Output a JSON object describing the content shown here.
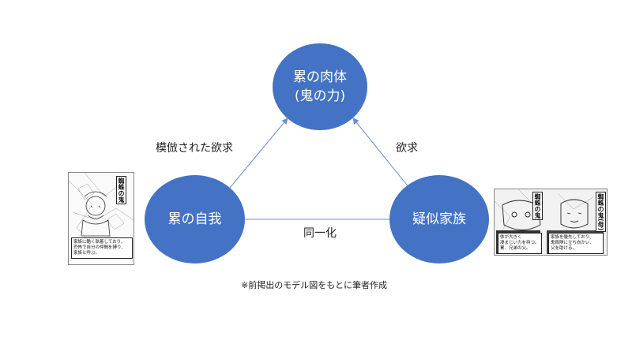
{
  "nodes": {
    "top": {
      "line1": "累の肉体",
      "line2": "(鬼の力)"
    },
    "left": {
      "label": "累の自我"
    },
    "right": {
      "label": "疑似家族"
    }
  },
  "edges": {
    "left_to_top": "模倣された欲求",
    "right_to_top": "欲求",
    "left_right": "同一化"
  },
  "note": "※前掲出のモデル図をもとに筆者作成",
  "images": {
    "left": {
      "title": "蜘蛛の鬼",
      "caption_lines": [
        "家族に酷く執着しており、",
        "恐怖で自分の仲間を縛り、",
        "家族と呼ぶ。"
      ]
    },
    "right": {
      "title_1": "蜘蛛の鬼",
      "title_2": "蜘蛛の鬼(母)",
      "caption_1_lines": [
        "体が大きく",
        "凄まじい力を持つ。",
        "累、兄弟の父。"
      ],
      "caption_2_lines": [
        "家族を優先しており、",
        "鬼殺隊に立ち向かい、",
        "父を助ける。"
      ]
    }
  },
  "colors": {
    "node_fill": "#4472c4",
    "arrow": "#6f8fc8"
  }
}
